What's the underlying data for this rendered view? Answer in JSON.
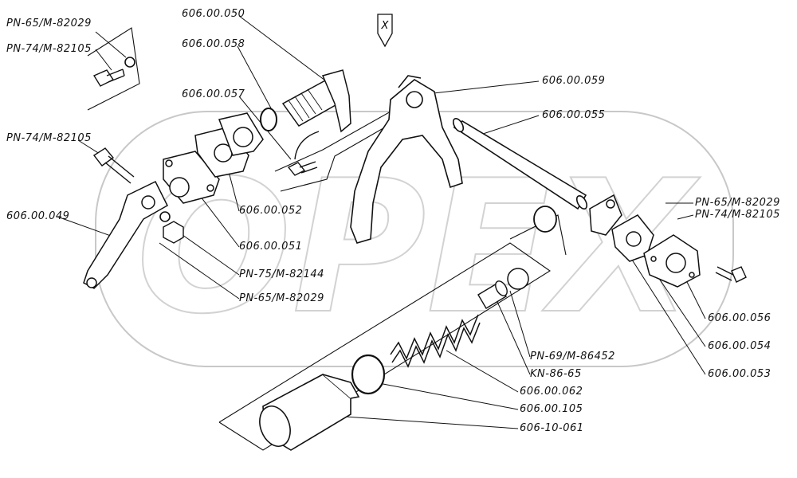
{
  "diagram": {
    "view_marker": "X",
    "watermark": "OPEX",
    "labels": {
      "pn65_top": "PN-65/M-82029",
      "pn74_top": "PN-74/M-82105",
      "pn74_left": "PN-74/M-82105",
      "p049": "606.00.049",
      "p050": "606.00.050",
      "p058": "606.00.058",
      "p057": "606.00.057",
      "p052": "606.00.052",
      "p051": "606.00.051",
      "pn75": "PN-75/M-82144",
      "pn65_mid": "PN-65/M-82029",
      "p059": "606.00.059",
      "p055": "606.00.055",
      "pn65_right": "PN-65/M-82029",
      "pn74_right": "PN-74/M-82105",
      "p056": "606.00.056",
      "p054": "606.00.054",
      "p053": "606.00.053",
      "pn69": "PN-69/M-86452",
      "kn": "KN-86-65",
      "p062": "606.00.062",
      "p105": "606.00.105",
      "p061": "606-10-061"
    }
  }
}
